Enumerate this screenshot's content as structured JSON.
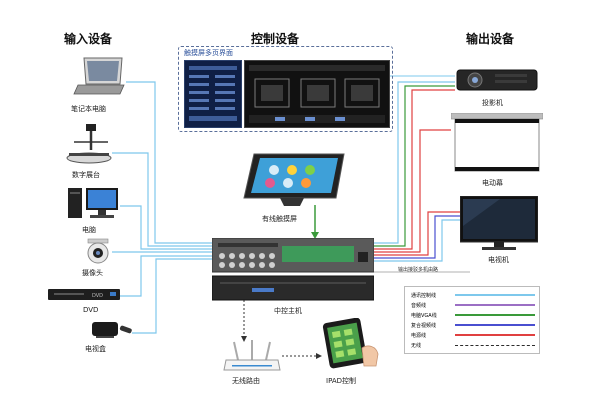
{
  "headers": {
    "input": "输入设备",
    "control": "控制设备",
    "output": "输出设备"
  },
  "panel": {
    "caption": "触摸屏多页界面"
  },
  "inputs": [
    {
      "label": "笔记本电脑"
    },
    {
      "label": "数字展台"
    },
    {
      "label": "电脑"
    },
    {
      "label": "摄像头"
    },
    {
      "label": "DVD"
    },
    {
      "label": "电视盒"
    }
  ],
  "controls": {
    "touch_panel": "有线触摸屏",
    "host": "中控主机",
    "router": "无线路由",
    "ipad": "IPAD控制",
    "dvd_logo": "DVD"
  },
  "outputs": [
    {
      "label": "投影机"
    },
    {
      "label": "电动幕"
    },
    {
      "label": "电视机"
    }
  ],
  "host_note": "输出接驳多机由路",
  "legend": [
    {
      "label": "通讯控制线",
      "color": "#7ec8ec"
    },
    {
      "label": "音频线",
      "color": "#9b6fc4"
    },
    {
      "label": "电脑VGA线",
      "color": "#3a9a3a"
    },
    {
      "label": "复合视频线",
      "color": "#4a4fd0"
    },
    {
      "label": "电源线",
      "color": "#e04040"
    },
    {
      "label": "无线",
      "color": "#2c2c2c"
    }
  ]
}
